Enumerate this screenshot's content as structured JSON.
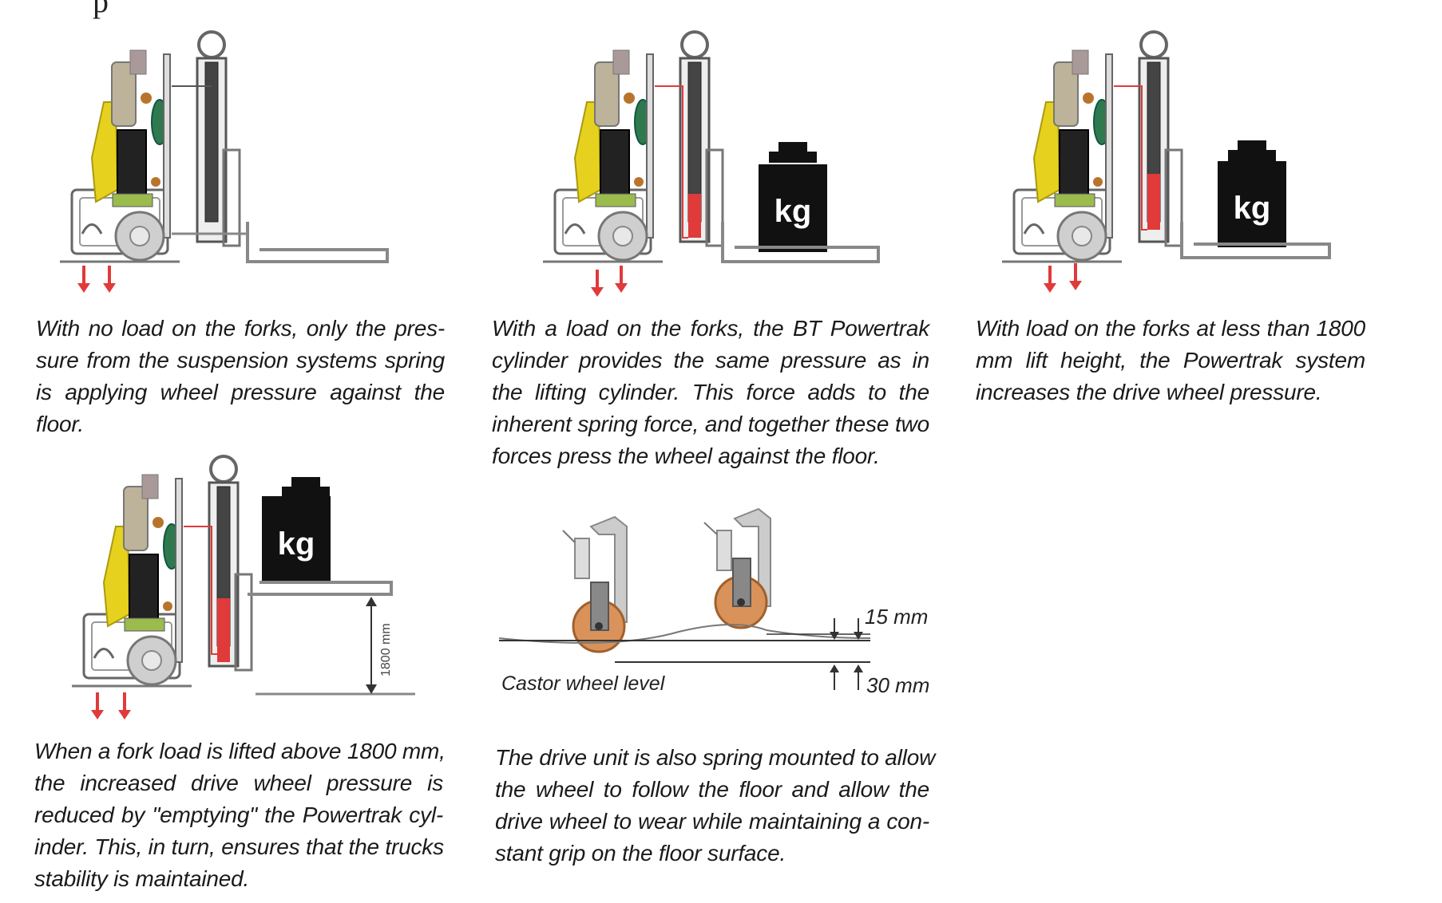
{
  "page": {
    "header_fragment": "p"
  },
  "captions": {
    "c1": [
      "With no load on the forks, only the pres-",
      "sure from the suspension systems spring",
      "is applying wheel pressure against the",
      "floor."
    ],
    "c2": [
      "With a load on the forks, the BT Powertrak",
      "cylinder provides the same pressure as in",
      "the lifting cylinder. This force adds to the",
      "inherent spring force, and together these two",
      "forces press the wheel against the floor."
    ],
    "c3": [
      "With load on the forks at less than 1800",
      "mm lift height, the Powertrak system",
      "increases the drive wheel pressure."
    ],
    "c4": [
      "When a fork load is lifted above 1800 mm,",
      "the increased drive wheel pressure is",
      "reduced by \"emptying\" the Powertrak cyl-",
      "inder. This, in turn, ensures that the trucks",
      "stability is maintained."
    ],
    "c5": [
      "The drive unit is also spring mounted to allow",
      "the wheel to follow the floor and allow the",
      "drive wheel to wear while maintaining a con-",
      "stant grip on the floor surface."
    ]
  },
  "figures": {
    "weight_label": "kg",
    "height_label": "1800 mm",
    "castor": {
      "label_level": "Castor wheel level",
      "label_15": "15 mm",
      "label_30": "30 mm"
    }
  },
  "colors": {
    "truck_yellow": "#e6d21e",
    "pressure_red": "#e03a3a",
    "weight_black": "#111111",
    "castor_orange": "#d9925a",
    "frame_gray": "#888888"
  }
}
